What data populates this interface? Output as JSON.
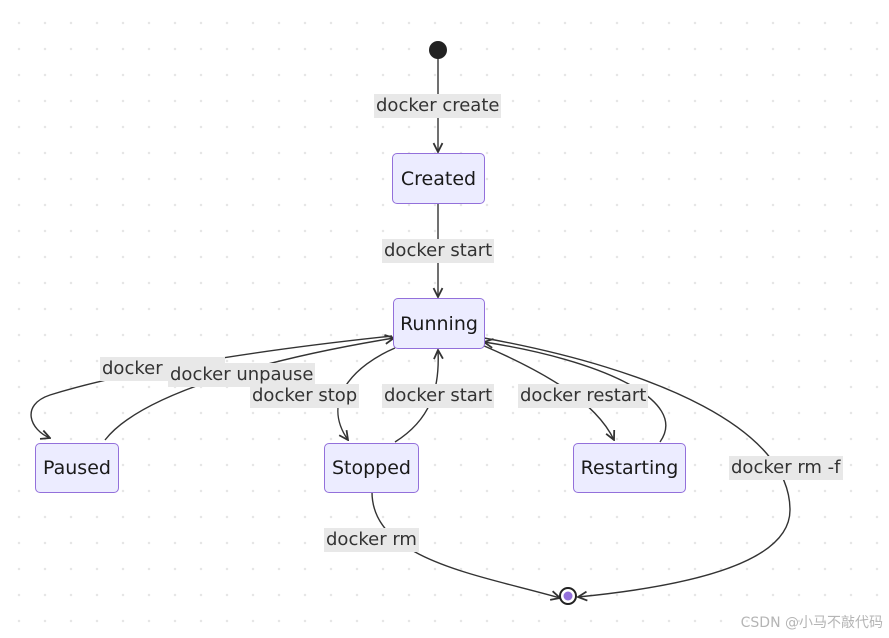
{
  "diagram": {
    "type": "state-diagram",
    "colors": {
      "node_fill": "#ececff",
      "node_border": "#9370db",
      "edge": "#333333",
      "label_bg": "#e8e8e8"
    },
    "start_state": "start",
    "end_state": "end",
    "states": [
      {
        "id": "created",
        "label": "Created"
      },
      {
        "id": "running",
        "label": "Running"
      },
      {
        "id": "paused",
        "label": "Paused"
      },
      {
        "id": "stopped",
        "label": "Stopped"
      },
      {
        "id": "restarting",
        "label": "Restarting"
      }
    ],
    "transitions": [
      {
        "from": "start",
        "to": "created",
        "label": "docker create"
      },
      {
        "from": "created",
        "to": "running",
        "label": "docker start"
      },
      {
        "from": "running",
        "to": "paused",
        "label": "docker pause"
      },
      {
        "from": "paused",
        "to": "running",
        "label": "docker unpause"
      },
      {
        "from": "running",
        "to": "stopped",
        "label": "docker stop"
      },
      {
        "from": "stopped",
        "to": "running",
        "label": "docker start"
      },
      {
        "from": "running",
        "to": "restarting",
        "label": "docker restart"
      },
      {
        "from": "stopped",
        "to": "end",
        "label": "docker rm"
      },
      {
        "from": "running",
        "to": "end",
        "label": "docker rm -f"
      }
    ]
  },
  "watermark": "CSDN @小马不敲代码"
}
